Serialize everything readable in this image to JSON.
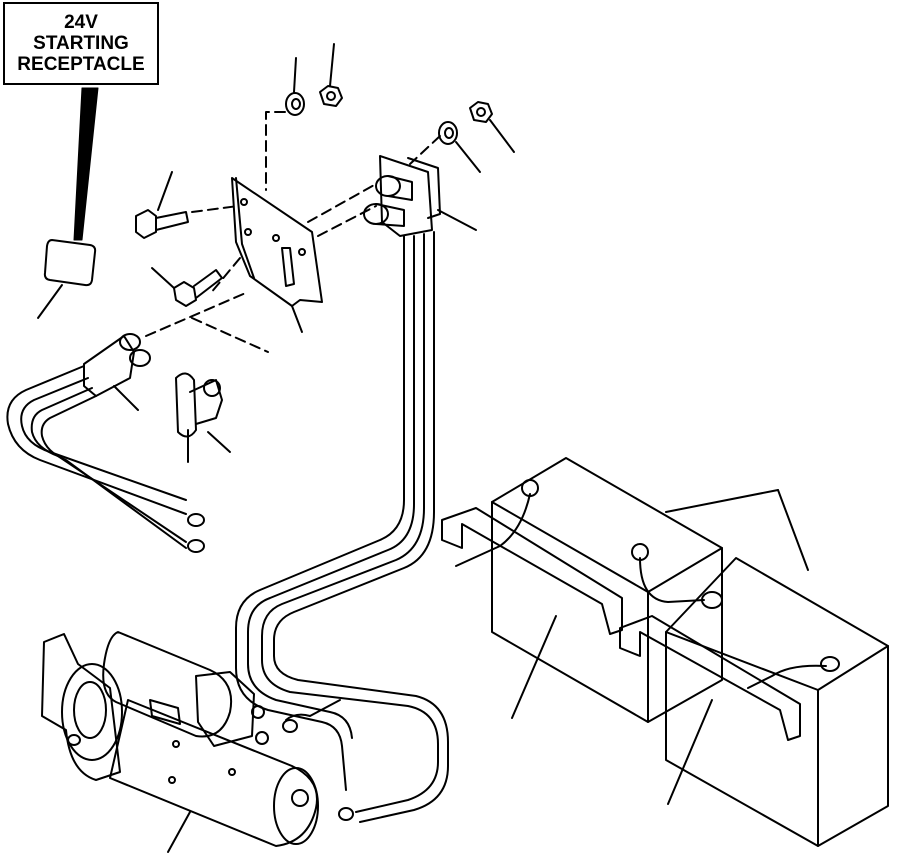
{
  "callout": {
    "line1": "24V",
    "line2": "STARTING",
    "line3": "RECEPTACLE"
  }
}
